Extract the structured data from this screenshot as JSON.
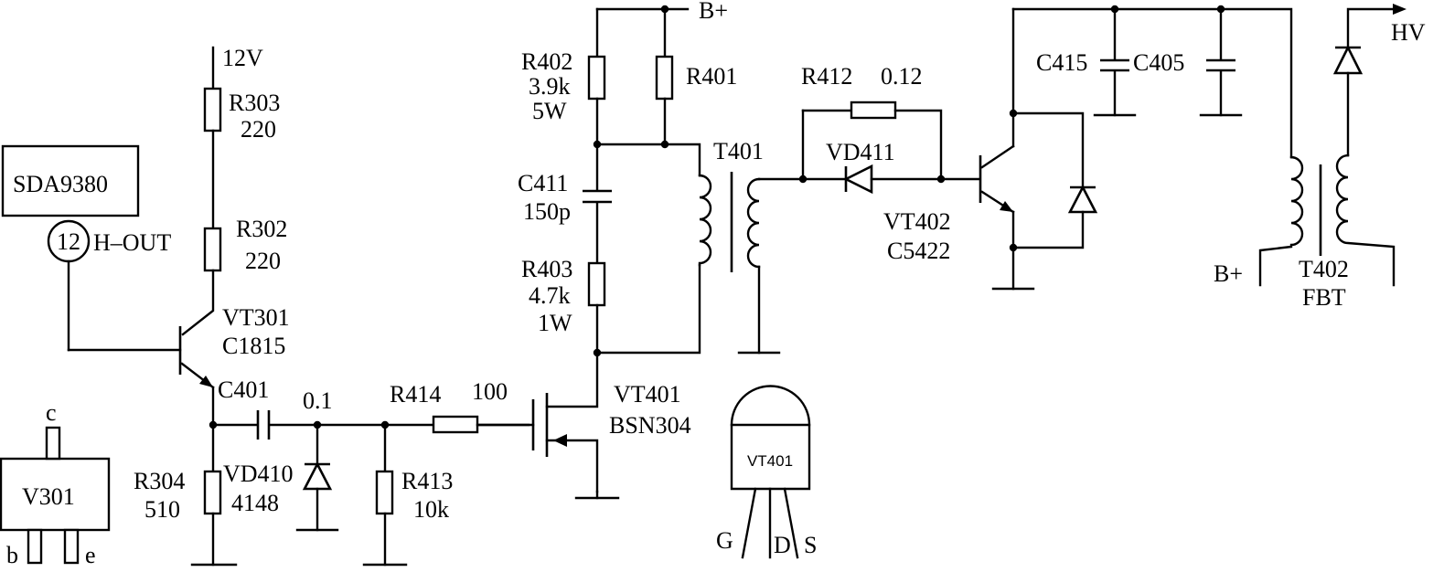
{
  "labels": {
    "v12": "12V",
    "r303": "R303",
    "r303_val": "220",
    "r302": "R302",
    "r302_val": "220",
    "sda": "SDA9380",
    "pin12": "12",
    "hout": "H–OUT",
    "vt301": "VT301",
    "c1815": "C1815",
    "c401": "C401",
    "c401_val": "0.1",
    "r304": "R304",
    "r304_val": "510",
    "vd410": "VD410",
    "vd410_val": "4148",
    "r413": "R413",
    "r413_val": "10k",
    "r414": "R414",
    "r414_val": "100",
    "v301": "V301",
    "pin_c": "c",
    "pin_b": "b",
    "pin_e": "e",
    "r402": "R402",
    "r402_val1": "3.9k",
    "r402_val2": "5W",
    "r401": "R401",
    "bplus": "B+",
    "c411": "C411",
    "c411_val": "150p",
    "r403": "R403",
    "r403_val1": "4.7k",
    "r403_val2": "1W",
    "t401": "T401",
    "vt401": "VT401",
    "bsn304": "BSN304",
    "pkg_label": "VT401",
    "pin_g": "G",
    "pin_d": "D",
    "pin_s": "S",
    "r412": "R412",
    "r412_val": "0.12",
    "vd411": "VD411",
    "vt402": "VT402",
    "c5422": "C5422",
    "c415": "C415",
    "c405": "C405",
    "hv": "HV",
    "bplus2": "B+",
    "t402": "T402",
    "fbt": "FBT"
  }
}
